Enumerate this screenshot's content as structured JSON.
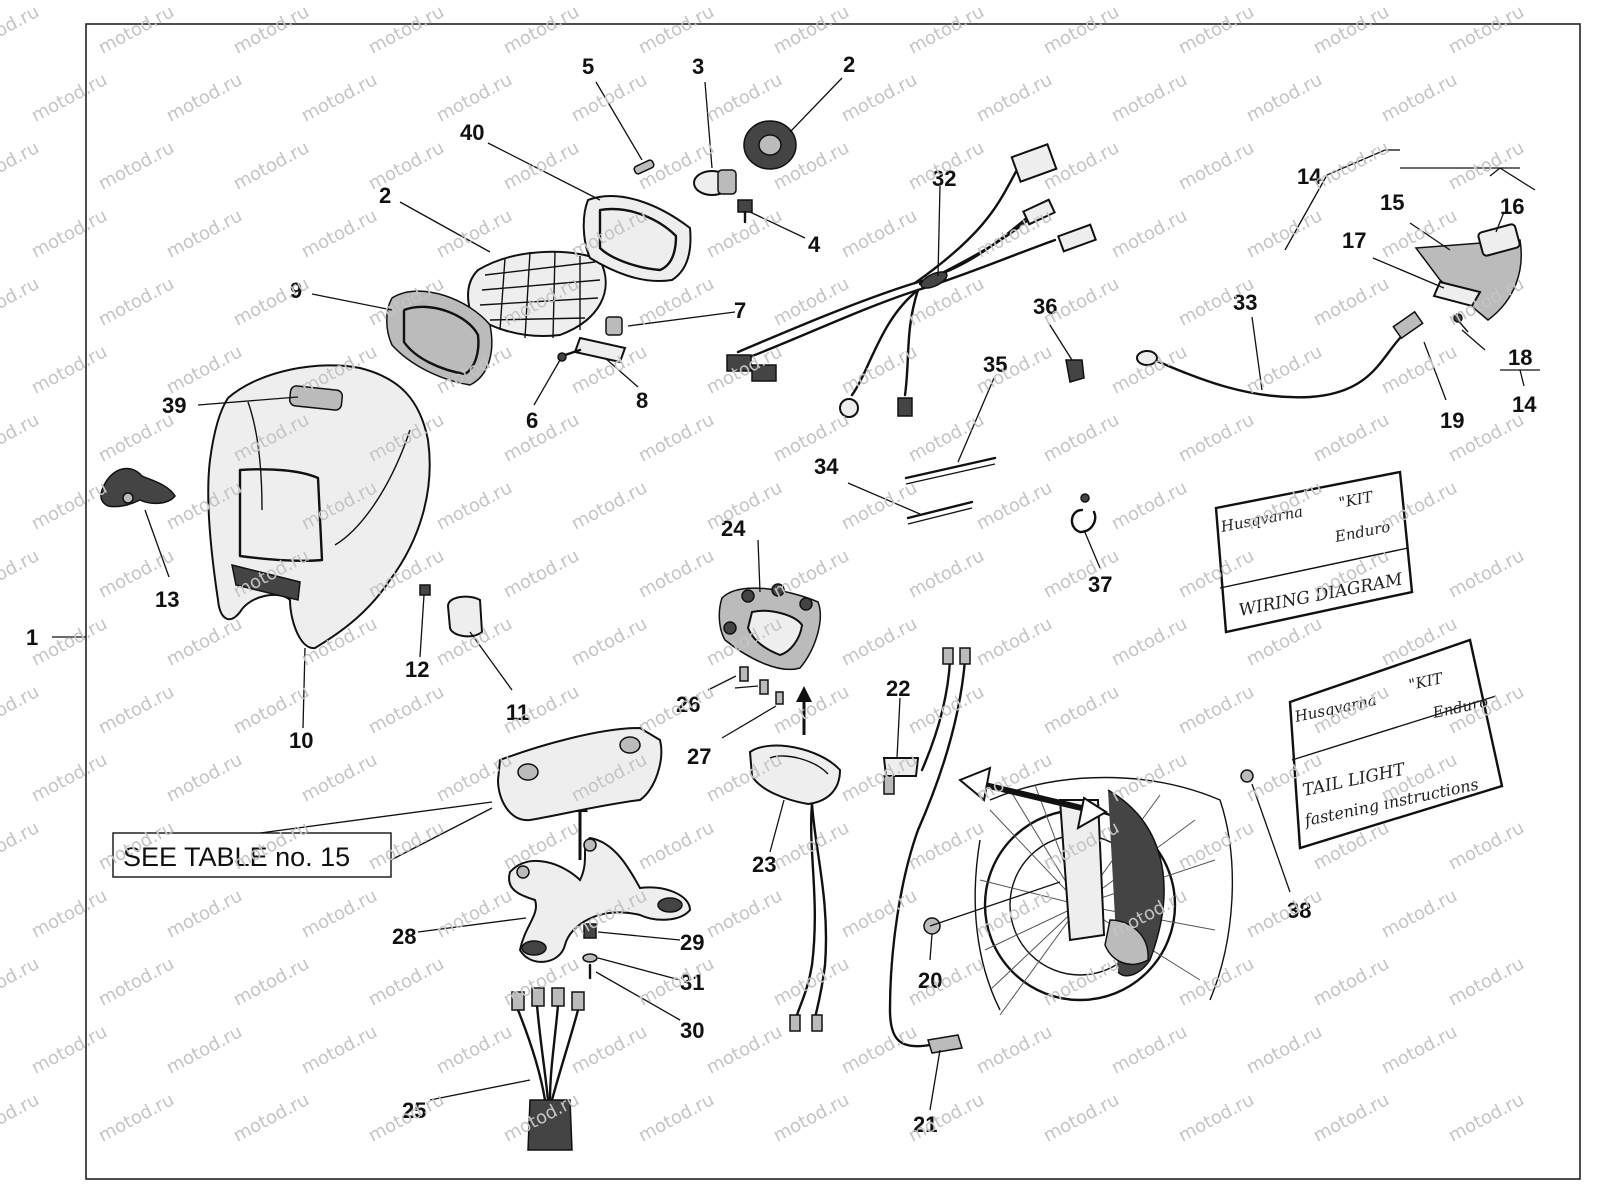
{
  "watermark": "motod.ru",
  "table_reference": "SEE TABLE no. 15",
  "group_label": "1",
  "callouts": {
    "n2a": "2",
    "n2b": "2",
    "n3": "3",
    "n4": "4",
    "n5": "5",
    "n6": "6",
    "n7": "7",
    "n8": "8",
    "n9": "9",
    "n10": "10",
    "n11": "11",
    "n12": "12",
    "n13": "13",
    "n14a": "14",
    "n14b": "14",
    "n15": "15",
    "n16": "16",
    "n17": "17",
    "n18": "18",
    "n19": "19",
    "n20": "20",
    "n21": "21",
    "n22": "22",
    "n23": "23",
    "n24": "24",
    "n25": "25",
    "n26": "26",
    "n27": "27",
    "n28": "28",
    "n29": "29",
    "n30": "30",
    "n31": "31",
    "n32": "32",
    "n33": "33",
    "n34": "34",
    "n35": "35",
    "n36": "36",
    "n37": "37",
    "n38": "38",
    "n39": "39",
    "n40": "40"
  },
  "wiring_card": {
    "brand": "Husqvarna",
    "kit_line1": "\"KIT",
    "kit_line2": "Enduro",
    "title": "WIRING DIAGRAM"
  },
  "tail_card": {
    "brand": "Husqvarna",
    "kit_line1": "\"KIT",
    "kit_line2": "Enduro",
    "title_line1": "TAIL LIGHT",
    "title_line2": "fastening instructions"
  }
}
